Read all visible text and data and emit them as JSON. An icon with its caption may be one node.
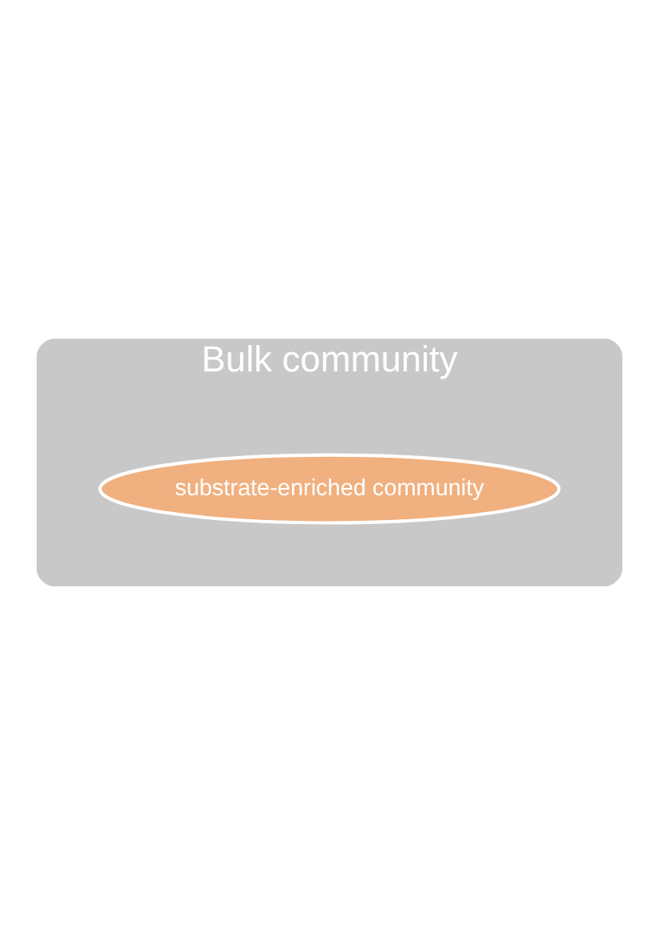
{
  "diagram": {
    "nodes": [
      {
        "text": [
          "Bulk community"
        ]
      },
      {
        "text": [
          "substrate-enriched community"
        ],
        "in": 0
      }
    ]
  }
}
